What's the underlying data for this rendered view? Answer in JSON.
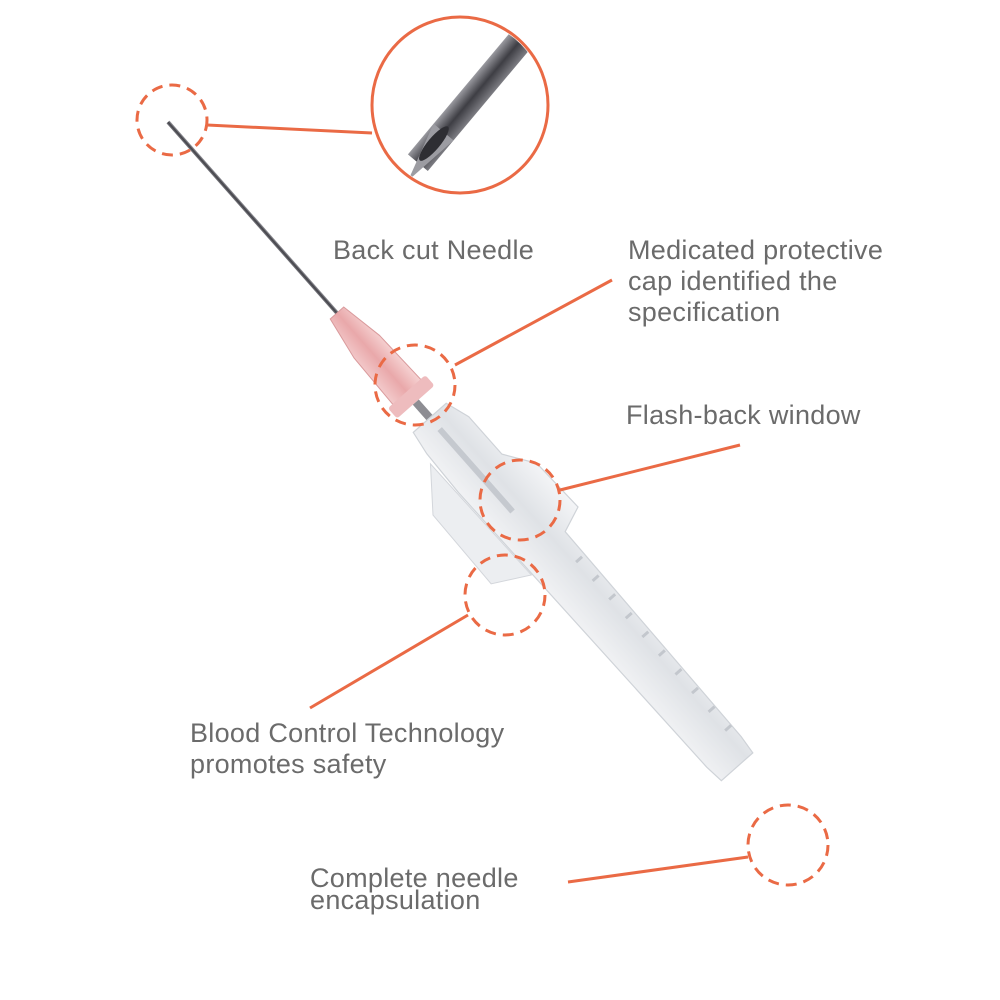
{
  "accent_color": "#ea6a45",
  "text_color": "#6b6b6b",
  "labels": {
    "back_cut": "Back cut Needle",
    "cap": [
      "Medicated protective",
      "cap identified the",
      "specification"
    ],
    "flashback": "Flash-back window",
    "blood_control": [
      "Blood Control Technology",
      "promotes safety"
    ],
    "encapsulation": [
      "Complete needle",
      "encapsulation"
    ]
  }
}
